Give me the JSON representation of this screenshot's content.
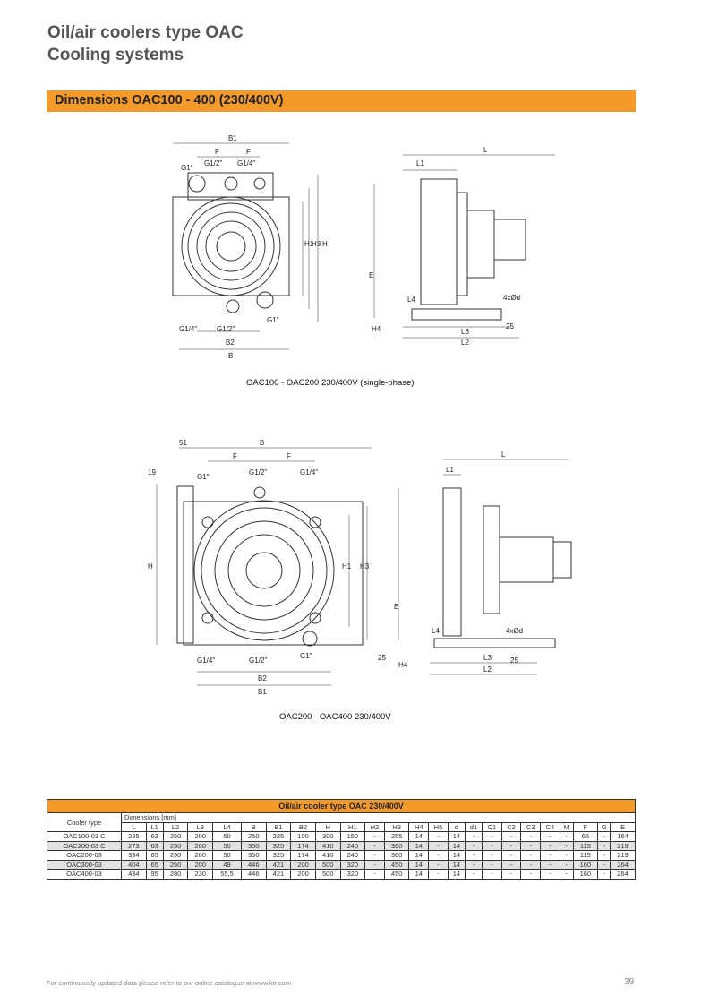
{
  "header": {
    "line1": "Oil/air coolers type OAC",
    "line2": "Cooling systems"
  },
  "section_title": "Dimensions OAC100 - 400 (230/400V)",
  "drawing1": {
    "caption": "OAC100 - OAC200 230/400V (single-phase)",
    "labels": [
      "B1",
      "F",
      "F",
      "G1\"",
      "G1/2\"",
      "G1/4\"",
      "H1",
      "H3",
      "H",
      "G1/4\"",
      "G1/2\"",
      "G1\"",
      "B2",
      "B",
      "L",
      "L1",
      "E",
      "L4",
      "4xØd",
      "H4",
      "L3",
      "25",
      "L2"
    ]
  },
  "drawing2": {
    "caption": "OAC200 - OAC400 230/400V",
    "labels": [
      "51",
      "B",
      "F",
      "F",
      "19",
      "G1\"",
      "G1/2\"",
      "G1/4\"",
      "H",
      "H1",
      "H3",
      "G1/4\"",
      "G1/2\"",
      "G1\"",
      "25",
      "B2",
      "B1",
      "L",
      "L1",
      "E",
      "L4",
      "4xØd",
      "H4",
      "L3",
      "25",
      "L2"
    ]
  },
  "table": {
    "title": "Oil/air cooler type OAC 230/400V",
    "type_header": "Cooler type",
    "dims_header": "Dimensions [mm]",
    "columns": [
      "L",
      "L1",
      "L2",
      "L3",
      "L4",
      "B",
      "B1",
      "B2",
      "H",
      "H1",
      "H2",
      "H3",
      "H4",
      "H5",
      "d",
      "d1",
      "C1",
      "C2",
      "C3",
      "C4",
      "M",
      "F",
      "G",
      "E"
    ],
    "rows": [
      {
        "type": "OAC100-03 C",
        "values": [
          "225",
          "63",
          "250",
          "200",
          "50",
          "250",
          "225",
          "100",
          "300",
          "150",
          "-",
          "255",
          "14",
          "-",
          "14",
          "-",
          "-",
          "-",
          "-",
          "-",
          "-",
          "65",
          "-",
          "164"
        ]
      },
      {
        "type": "OAC200-03 C",
        "values": [
          "273",
          "63",
          "250",
          "200",
          "50",
          "350",
          "325",
          "174",
          "410",
          "240",
          "-",
          "360",
          "14",
          "-",
          "14",
          "-",
          "-",
          "-",
          "-",
          "-",
          "-",
          "115",
          "-",
          "219"
        ]
      },
      {
        "type": "OAC200-03",
        "values": [
          "334",
          "65",
          "250",
          "200",
          "50",
          "350",
          "325",
          "174",
          "410",
          "240",
          "-",
          "360",
          "14",
          "-",
          "14",
          "-",
          "-",
          "-",
          "-",
          "-",
          "-",
          "115",
          "-",
          "219"
        ]
      },
      {
        "type": "OAC300-03",
        "values": [
          "404",
          "65",
          "250",
          "200",
          "49",
          "446",
          "421",
          "200",
          "500",
          "320",
          "-",
          "450",
          "14",
          "-",
          "14",
          "-",
          "-",
          "-",
          "-",
          "-",
          "-",
          "160",
          "-",
          "264"
        ]
      },
      {
        "type": "OAC400-03",
        "values": [
          "434",
          "95",
          "280",
          "230",
          "55,5",
          "446",
          "421",
          "200",
          "500",
          "320",
          "-",
          "450",
          "14",
          "-",
          "14",
          "-",
          "-",
          "-",
          "-",
          "-",
          "-",
          "160",
          "-",
          "264"
        ]
      }
    ]
  },
  "footer": "For continuously updated data please refer to our online catalogue at www.ktr.com",
  "page_number": "39"
}
